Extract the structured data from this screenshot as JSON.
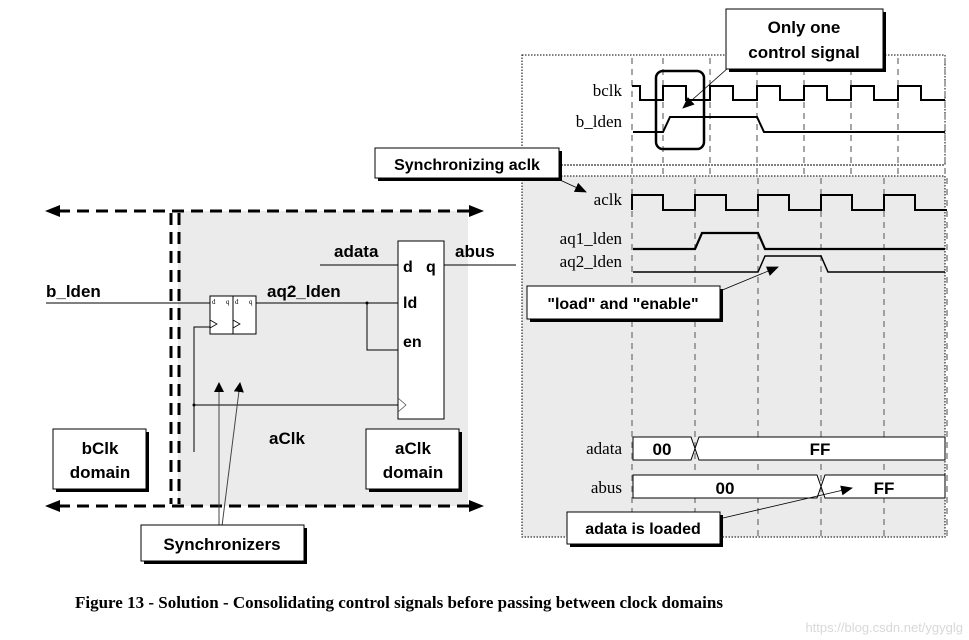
{
  "figure": {
    "caption": "Figure 13 - Solution - Consolidating control signals before passing between clock domains",
    "watermark": "https://blog.csdn.net/ygyglg"
  },
  "schematic": {
    "signals": {
      "b_lden": "b_lden",
      "aq2_lden": "aq2_lden",
      "adata": "adata",
      "abus": "abus"
    },
    "register_pins": {
      "d": "d",
      "q": "q",
      "ld": "ld",
      "en": "en"
    },
    "sync_ff_pins": {
      "d": "d",
      "q": "q"
    },
    "region_label": "aClk",
    "bclk_domain_box": [
      "bClk",
      "domain"
    ],
    "aclk_domain_box": [
      "aClk",
      "domain"
    ],
    "synchronizers_label": "Synchronizers"
  },
  "timing": {
    "callouts": {
      "only_one_control": [
        "Only one",
        "control signal"
      ],
      "synchronizing_aclk": "Synchronizing aclk",
      "load_enable": "\"load\" and \"enable\"",
      "adata_loaded": "adata is loaded"
    },
    "waveforms": [
      {
        "name": "bclk",
        "type": "clock",
        "domain": "bclk"
      },
      {
        "name": "b_lden",
        "type": "pulse",
        "high_from_bclk_edge": 1,
        "high_to_bclk_edge": 3
      },
      {
        "name": "aclk",
        "type": "clock",
        "domain": "aclk"
      },
      {
        "name": "aq1_lden",
        "type": "pulse",
        "high_from_aclk_edge": 1,
        "high_to_aclk_edge": 2
      },
      {
        "name": "aq2_lden",
        "type": "pulse",
        "high_from_aclk_edge": 2,
        "high_to_aclk_edge": 3
      },
      {
        "name": "adata",
        "type": "bus",
        "values": [
          "00",
          "FF"
        ],
        "transition_aclk_edge": 1
      },
      {
        "name": "abus",
        "type": "bus",
        "values": [
          "00",
          "FF"
        ],
        "transition_aclk_edge": 3
      }
    ],
    "bclk_cycles": 7,
    "aclk_cycles": 5
  }
}
